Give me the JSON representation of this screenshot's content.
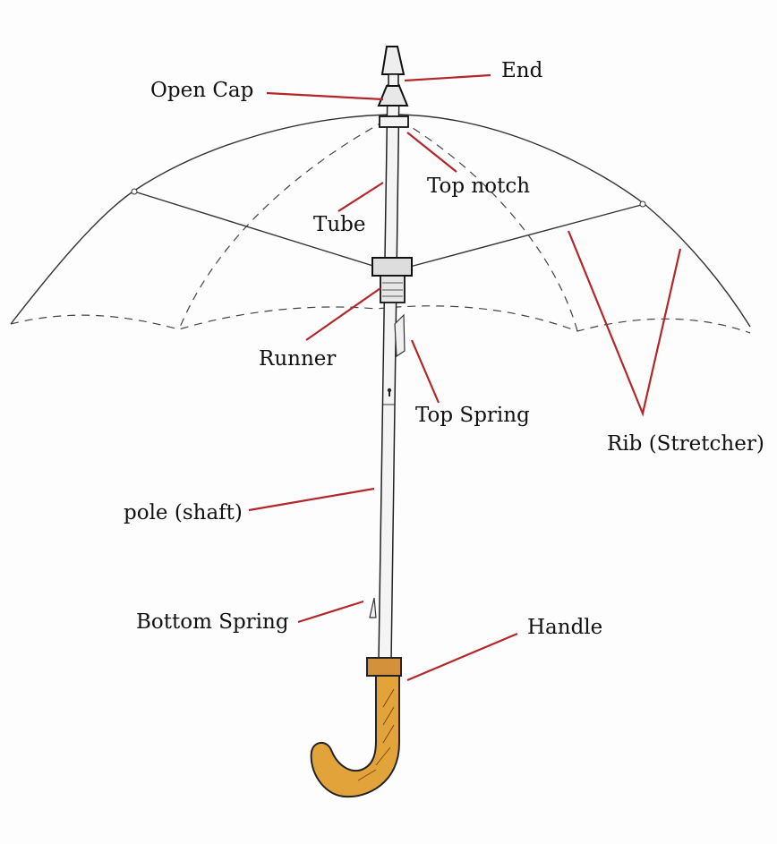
{
  "title": "Parts of an umbrella",
  "labels": {
    "end": "End",
    "open_cap": "Open Cap",
    "top_notch": "Top notch",
    "tube": "Tube",
    "runner": "Runner",
    "top_spring": "Top Spring",
    "rib": "Rib (Stretcher)",
    "pole": "pole (shaft)",
    "bottom_spring": "Bottom Spring",
    "handle": "Handle"
  },
  "colors": {
    "leader": "#b3262a",
    "handle": "#e2a43a",
    "ink": "#333333"
  }
}
